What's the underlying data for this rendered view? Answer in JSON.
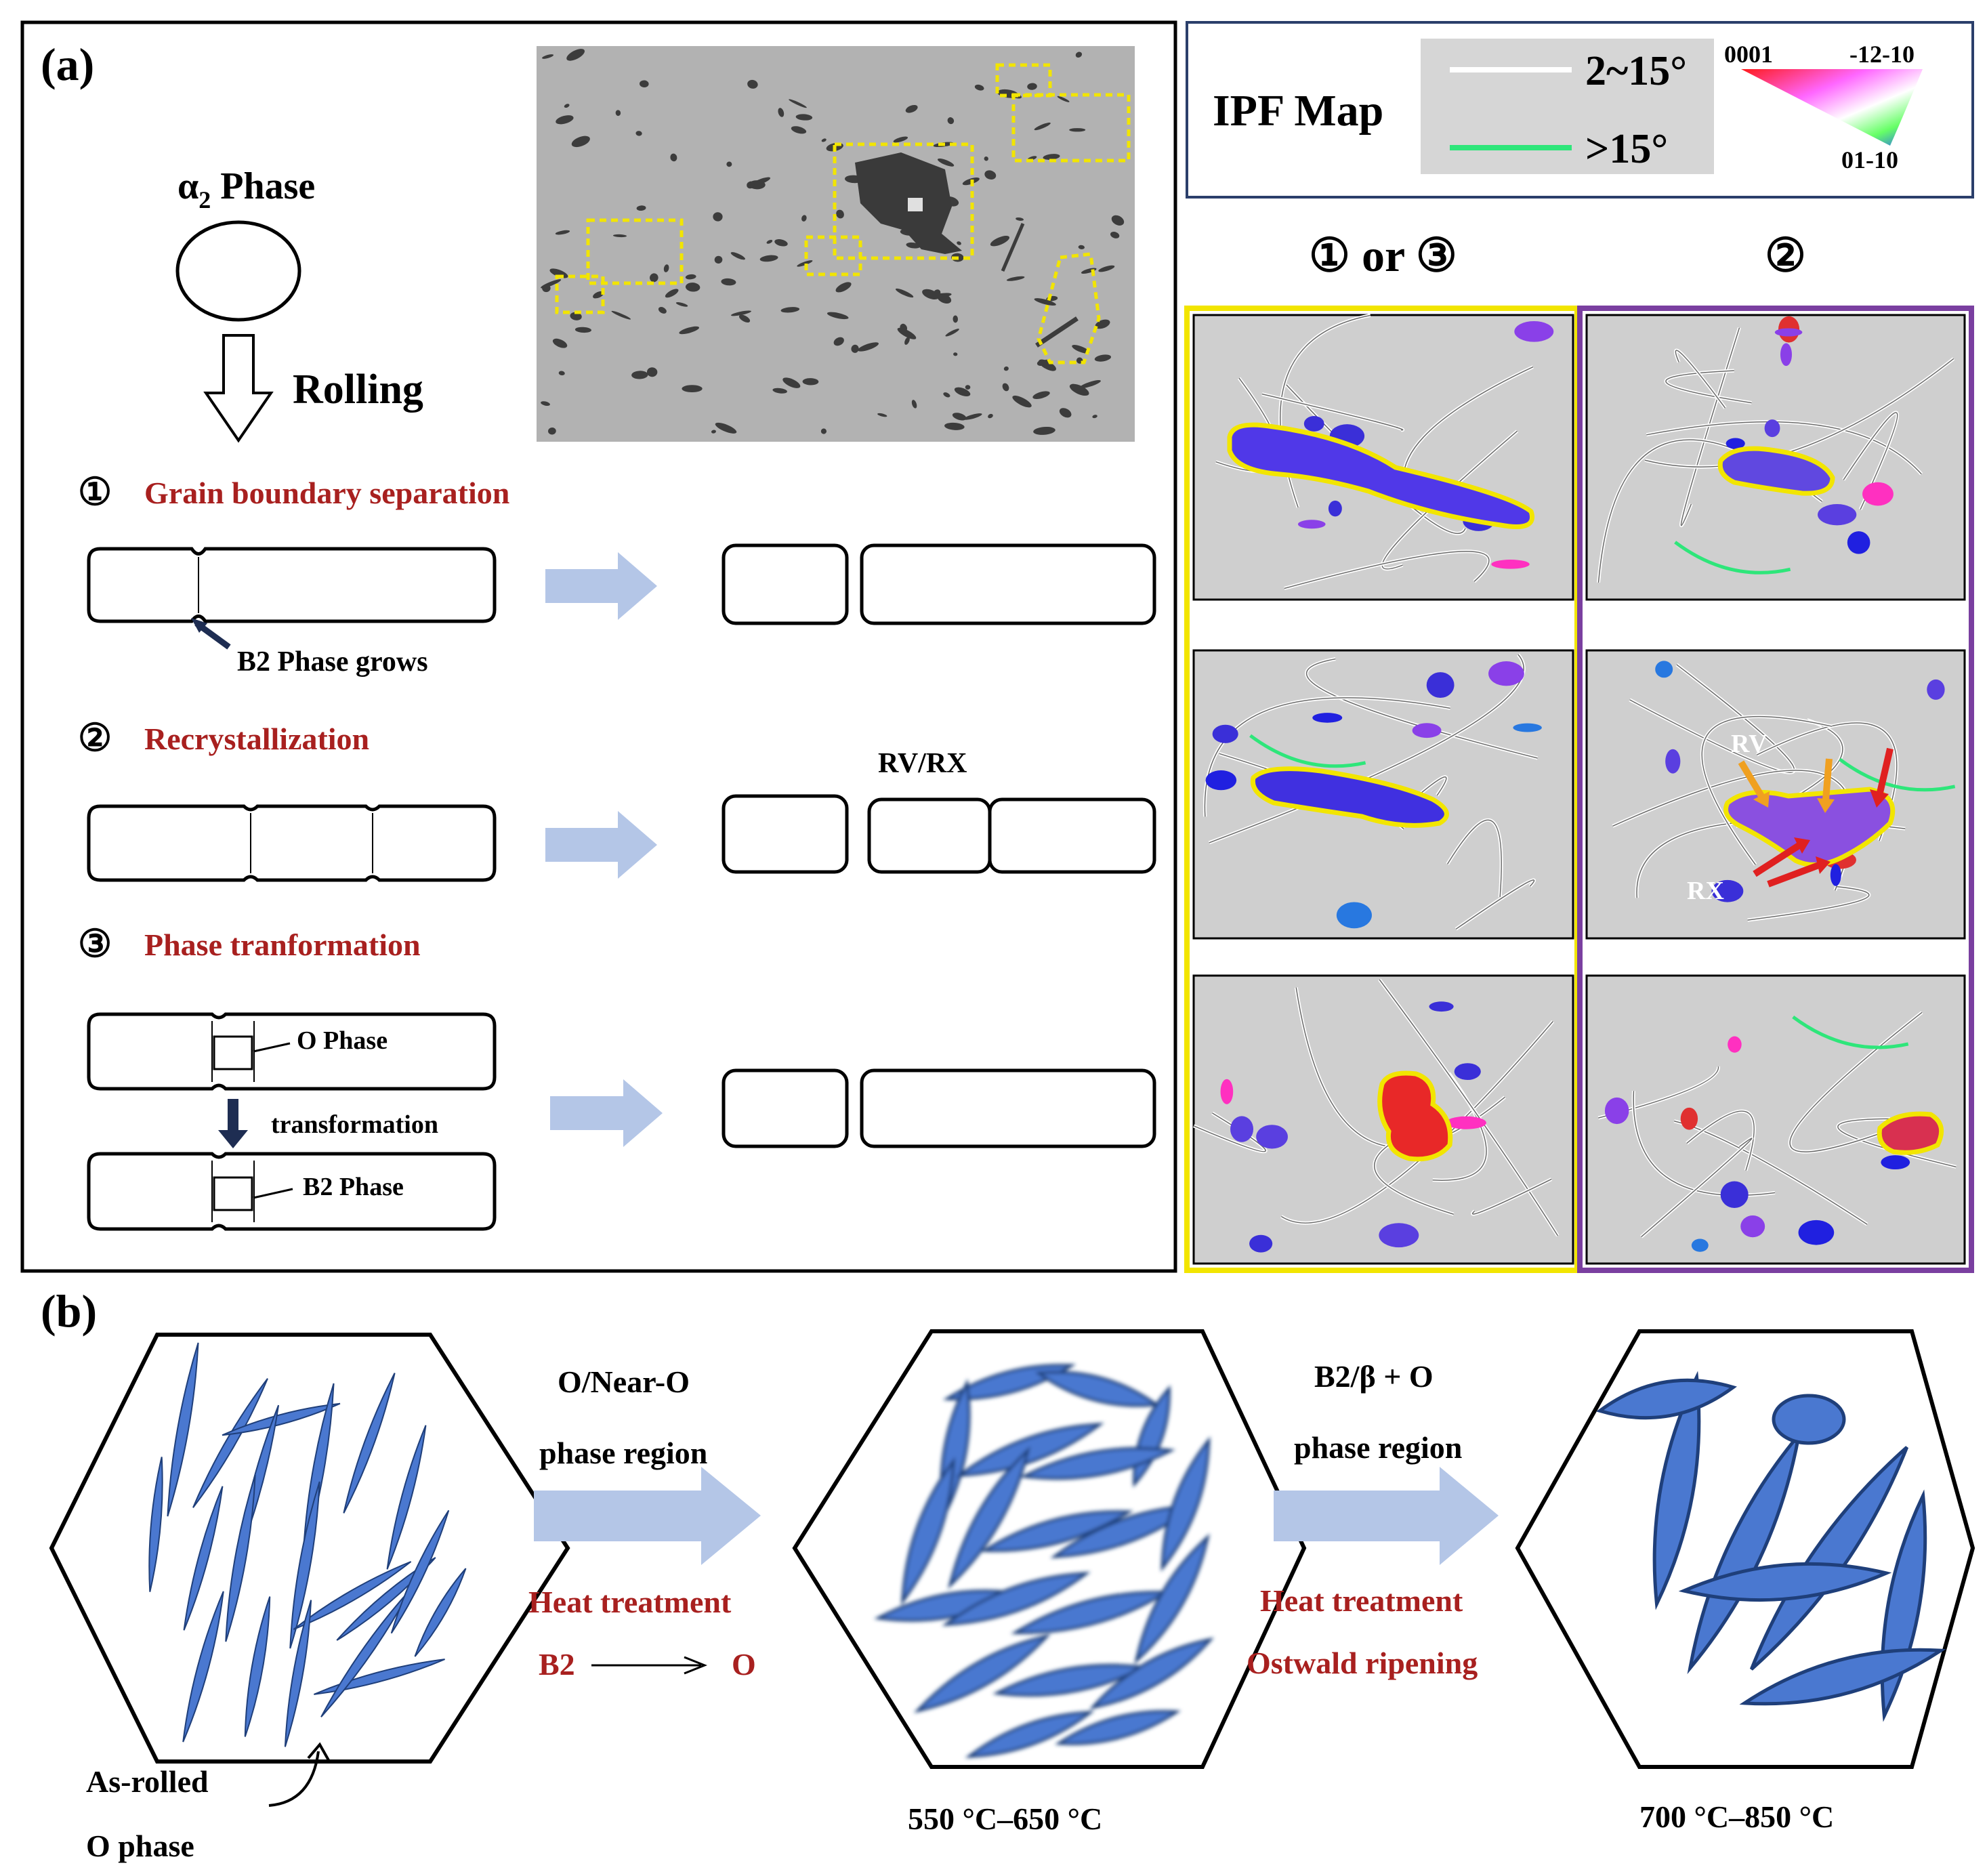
{
  "panel_a": {
    "label": "(a)",
    "alpha2_phase": "α",
    "alpha2_sub": "2",
    "alpha2_word": "Phase",
    "rolling": "Rolling",
    "steps": [
      {
        "num": "①",
        "title": "Grain boundary separation",
        "annotation": "B2 Phase grows"
      },
      {
        "num": "②",
        "title": "Recrystallization",
        "annotation": "RV/RX"
      },
      {
        "num": "③",
        "title": "Phase tranformation",
        "o_phase": "O Phase",
        "transformation": "transformation",
        "b2_phase": "B2 Phase"
      }
    ],
    "ipf": {
      "title": "IPF Map",
      "legend_low": "2~15°",
      "legend_high": ">15°",
      "corner_top_left": "0001",
      "corner_top_right": "-12-10",
      "corner_bottom": "01-10"
    },
    "column_left": "① or ③",
    "column_right": "②",
    "rv_label": "RV",
    "rx_label": "RX",
    "colors": {
      "yellow": "#f2e500",
      "purple": "#7a3fa0",
      "green_boundary": "#2ee67a"
    }
  },
  "panel_b": {
    "label": "(b)",
    "as_rolled_1": "As-rolled",
    "as_rolled_2": "O phase",
    "arrow1_top1": "O/Near-O",
    "arrow1_top2": "phase region",
    "arrow1_bottom1": "Heat treatment",
    "arrow1_b2": "B2",
    "arrow1_o": "O",
    "temp1": "550 °C–650 °C",
    "arrow2_top1": "B2/β + O",
    "arrow2_top2": "phase region",
    "arrow2_bottom1": "Heat treatment",
    "arrow2_bottom2": "Ostwald ripening",
    "temp2": "700 °C–850 °C",
    "colors": {
      "lath": "#4a78d0",
      "lath_edge": "#1f3f7a",
      "arrow": "#b4c6e7"
    }
  }
}
